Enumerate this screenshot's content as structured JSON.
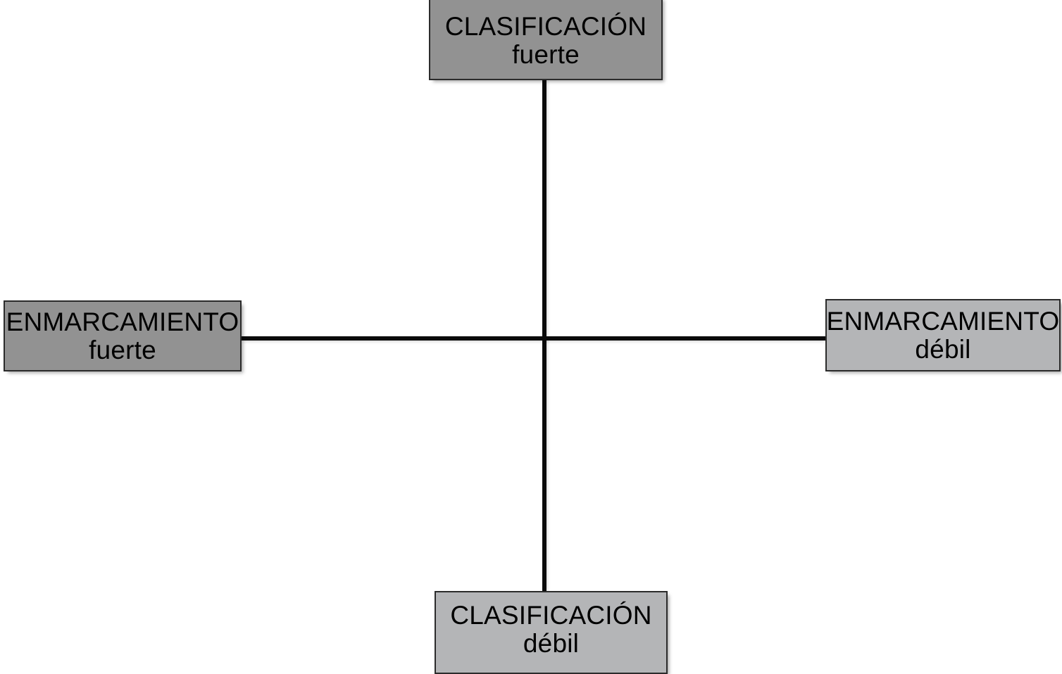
{
  "diagram": {
    "type": "cross-axis-matrix",
    "background_color": "#ffffff",
    "line_color": "#0a0a0a",
    "tone_strong_color": "#929292",
    "tone_weak_color": "#b4b5b7",
    "axes": {
      "vertical": {
        "name": "clasificacion-axis",
        "top_label": "CLASIFICACIÓN fuerte",
        "bottom_label": "CLASIFICACIÓN débil"
      },
      "horizontal": {
        "name": "enmarcamiento-axis",
        "left_label": "ENMARCAMIENTO fuerte",
        "right_label": "ENMARCAMIENTO débil"
      }
    },
    "poles": [
      {
        "id": "classification-strong",
        "position": "top",
        "primary": "CLASIFICACIÓN",
        "secondary": "fuerte",
        "tone": "strong",
        "fill": "#929292"
      },
      {
        "id": "framing-strong",
        "position": "left",
        "primary": "ENMARCAMIENTO",
        "secondary": "fuerte",
        "tone": "strong",
        "fill": "#929292"
      },
      {
        "id": "framing-weak",
        "position": "right",
        "primary": "ENMARCAMIENTO",
        "secondary": "débil",
        "tone": "weak",
        "fill": "#b4b5b7"
      },
      {
        "id": "classification-weak",
        "position": "bottom",
        "primary": "CLASIFICACIÓN",
        "secondary": "débil",
        "tone": "weak",
        "fill": "#b4b5b7"
      }
    ]
  }
}
